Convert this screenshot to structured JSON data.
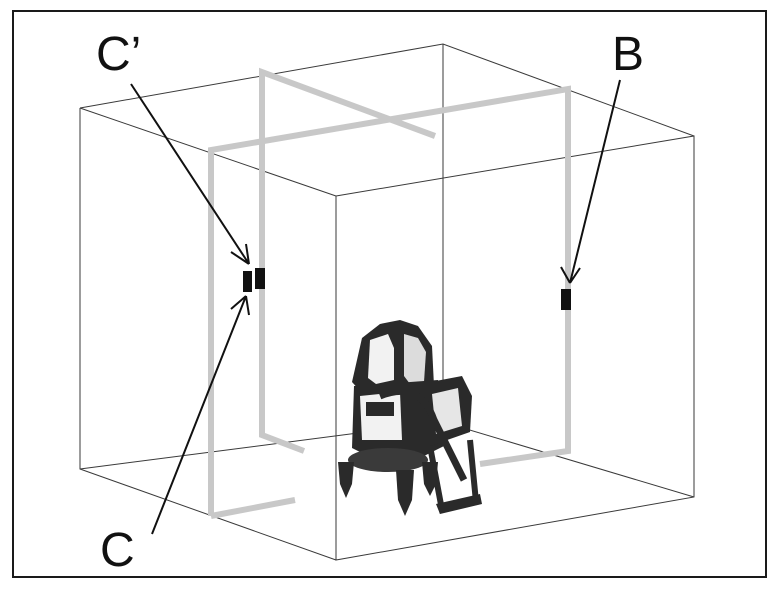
{
  "labels": {
    "c_prime": "C’",
    "b": "B",
    "c": "C"
  },
  "colors": {
    "laser_line": "#c8c8c8",
    "box_outline": "#3a3a3a",
    "marker": "#111111",
    "device_dark": "#2a2a2a",
    "device_light": "#f2f2f2"
  },
  "icons": {
    "device": "laser-level-icon"
  }
}
